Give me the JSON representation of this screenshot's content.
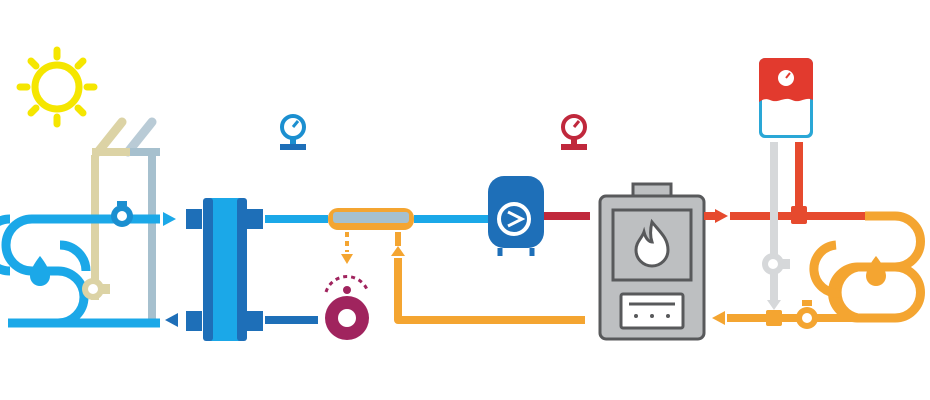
{
  "colors": {
    "sun": "#F5E600",
    "cold_blue": "#1BA8E8",
    "mid_blue": "#3FA9E0",
    "dark_blue": "#1E6FB8",
    "solar_beige": "#DCD3A5",
    "solar_blue_gray": "#A6C0CE",
    "orange": "#F4A531",
    "red": "#E64A2E",
    "dark_red": "#C0283C",
    "purple": "#A0245E",
    "boiler_gray": "#BDBFC1",
    "boiler_dark": "#58595B",
    "light_gray": "#D6D8DA",
    "tank_red": "#E23A2E",
    "tank_blue": "#2AA7D6"
  },
  "components": [
    {
      "id": "sun",
      "icon": "sun-icon"
    },
    {
      "id": "solar-collector",
      "icon": "solar-collector-icon"
    },
    {
      "id": "cold-water-coil",
      "icon": "water-drop-icon"
    },
    {
      "id": "solar-pump",
      "icon": "pump-icon"
    },
    {
      "id": "heat-exchanger",
      "icon": "heat-exchanger-icon"
    },
    {
      "id": "blue-pressure-gauge",
      "icon": "gauge-icon"
    },
    {
      "id": "hydraulic-separator",
      "icon": "separator-icon"
    },
    {
      "id": "circulation-pump",
      "icon": "pump-icon"
    },
    {
      "id": "expansion-vessel",
      "icon": "expansion-vessel-icon"
    },
    {
      "id": "red-pressure-gauge",
      "icon": "gauge-icon"
    },
    {
      "id": "boiler",
      "icon": "flame-icon"
    },
    {
      "id": "hot-water-tank",
      "icon": "tank-icon"
    },
    {
      "id": "hot-water-coil",
      "icon": "water-drop-icon"
    }
  ]
}
